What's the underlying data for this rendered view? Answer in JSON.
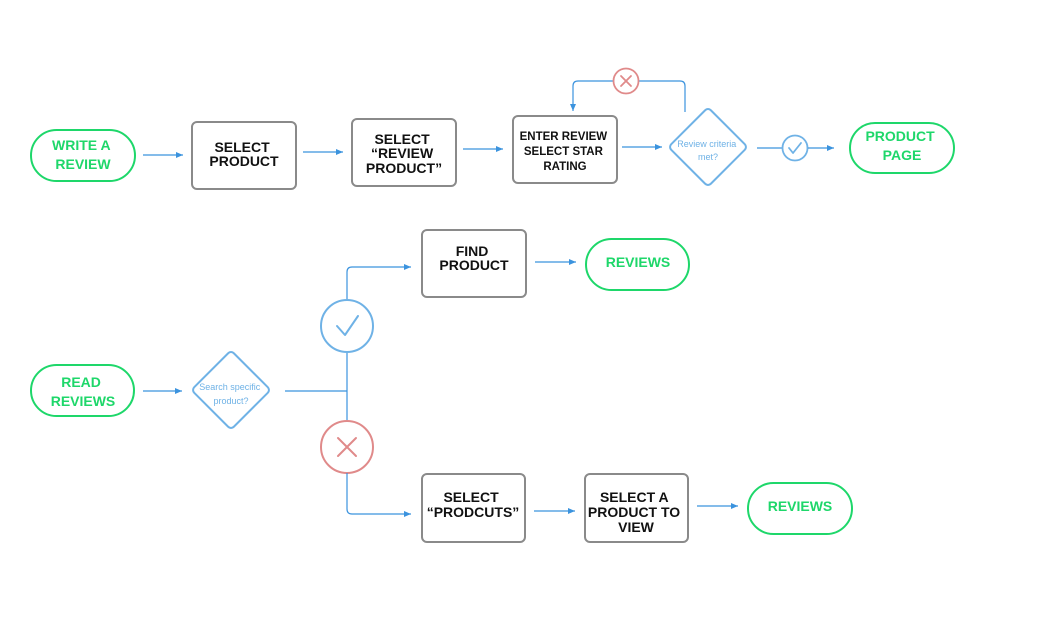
{
  "colors": {
    "terminal": "#1ed76a",
    "process": "#8a8a8a",
    "connector": "#3b93de",
    "decision": "#6fb2e6",
    "yes": "#6fb2e6",
    "no": "#e08a8a"
  },
  "flow1": {
    "start": [
      "WRITE A",
      "REVIEW"
    ],
    "step1": [
      "SELECT",
      "PRODUCT"
    ],
    "step2": [
      "SELECT",
      "“REVIEW",
      "PRODUCT”"
    ],
    "step3": [
      "ENTER REVIEW",
      "SELECT STAR",
      "RATING"
    ],
    "decision": [
      "Review criteria",
      "met?"
    ],
    "end": [
      "PRODUCT",
      "PAGE"
    ]
  },
  "flow2": {
    "start": [
      "READ",
      "REVIEWS"
    ],
    "decision": [
      "Search specific",
      "product?"
    ],
    "yes_step": [
      "FIND",
      "PRODUCT"
    ],
    "yes_end": [
      "REVIEWS"
    ],
    "no_step1": [
      "SELECT",
      "“PRODCUTS”"
    ],
    "no_step2": [
      "SELECT A",
      "PRODUCT TO",
      "VIEW"
    ],
    "no_end": [
      "REVIEWS"
    ]
  },
  "icons": {
    "yes": "check-icon",
    "no": "cross-icon"
  }
}
